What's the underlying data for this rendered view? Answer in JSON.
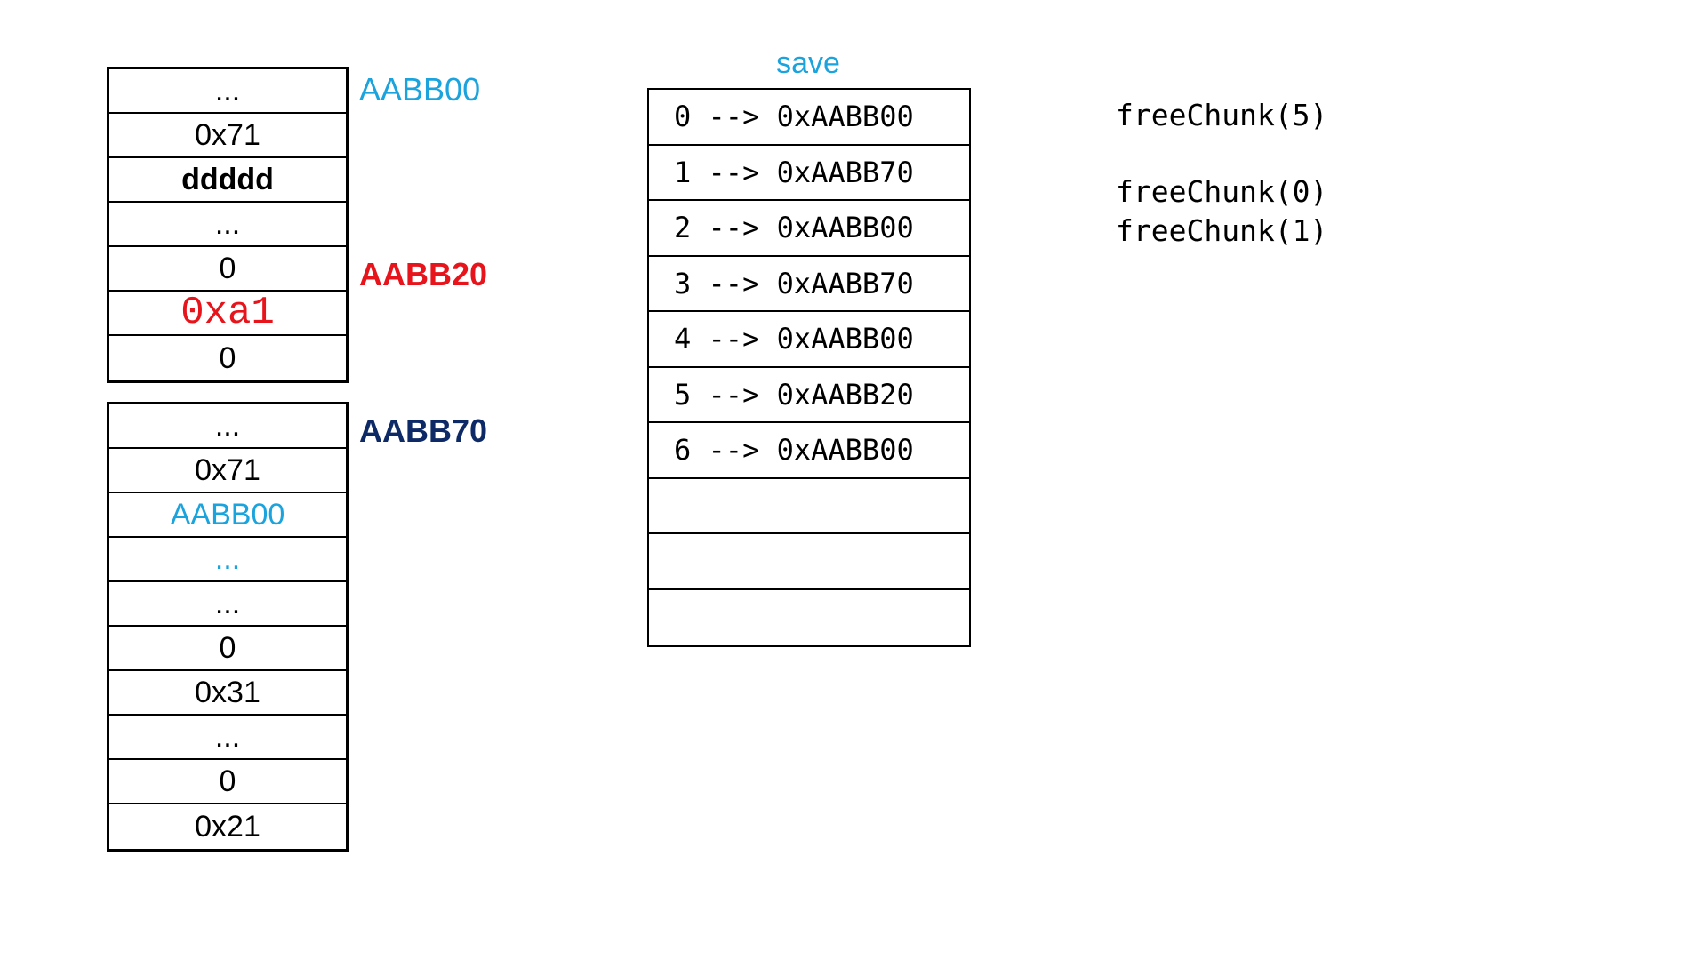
{
  "heap_chunk_1": {
    "address_label": "AABB00",
    "cells": [
      "...",
      "0x71",
      "ddddd",
      "...",
      "0",
      "0xa1",
      "0"
    ],
    "second_address_label": "AABB20"
  },
  "heap_chunk_2": {
    "address_label": "AABB70",
    "cells": [
      "...",
      "0x71",
      "AABB00",
      "...",
      "...",
      "0",
      "0x31",
      "...",
      "0",
      "0x21"
    ]
  },
  "save_array": {
    "title": "save",
    "rows": [
      "0 --> 0xAABB00",
      "1 --> 0xAABB70",
      "2 --> 0xAABB00",
      "3 --> 0xAABB70",
      "4 --> 0xAABB00",
      "5 --> 0xAABB20",
      "6 --> 0xAABB00",
      "",
      "",
      ""
    ]
  },
  "code_lines": [
    "freeChunk(5)",
    "freeChunk(0)",
    "freeChunk(1)"
  ],
  "colors": {
    "light_blue": "#1aa3dd",
    "red": "#e8141b",
    "dark_blue": "#0d2a66"
  }
}
